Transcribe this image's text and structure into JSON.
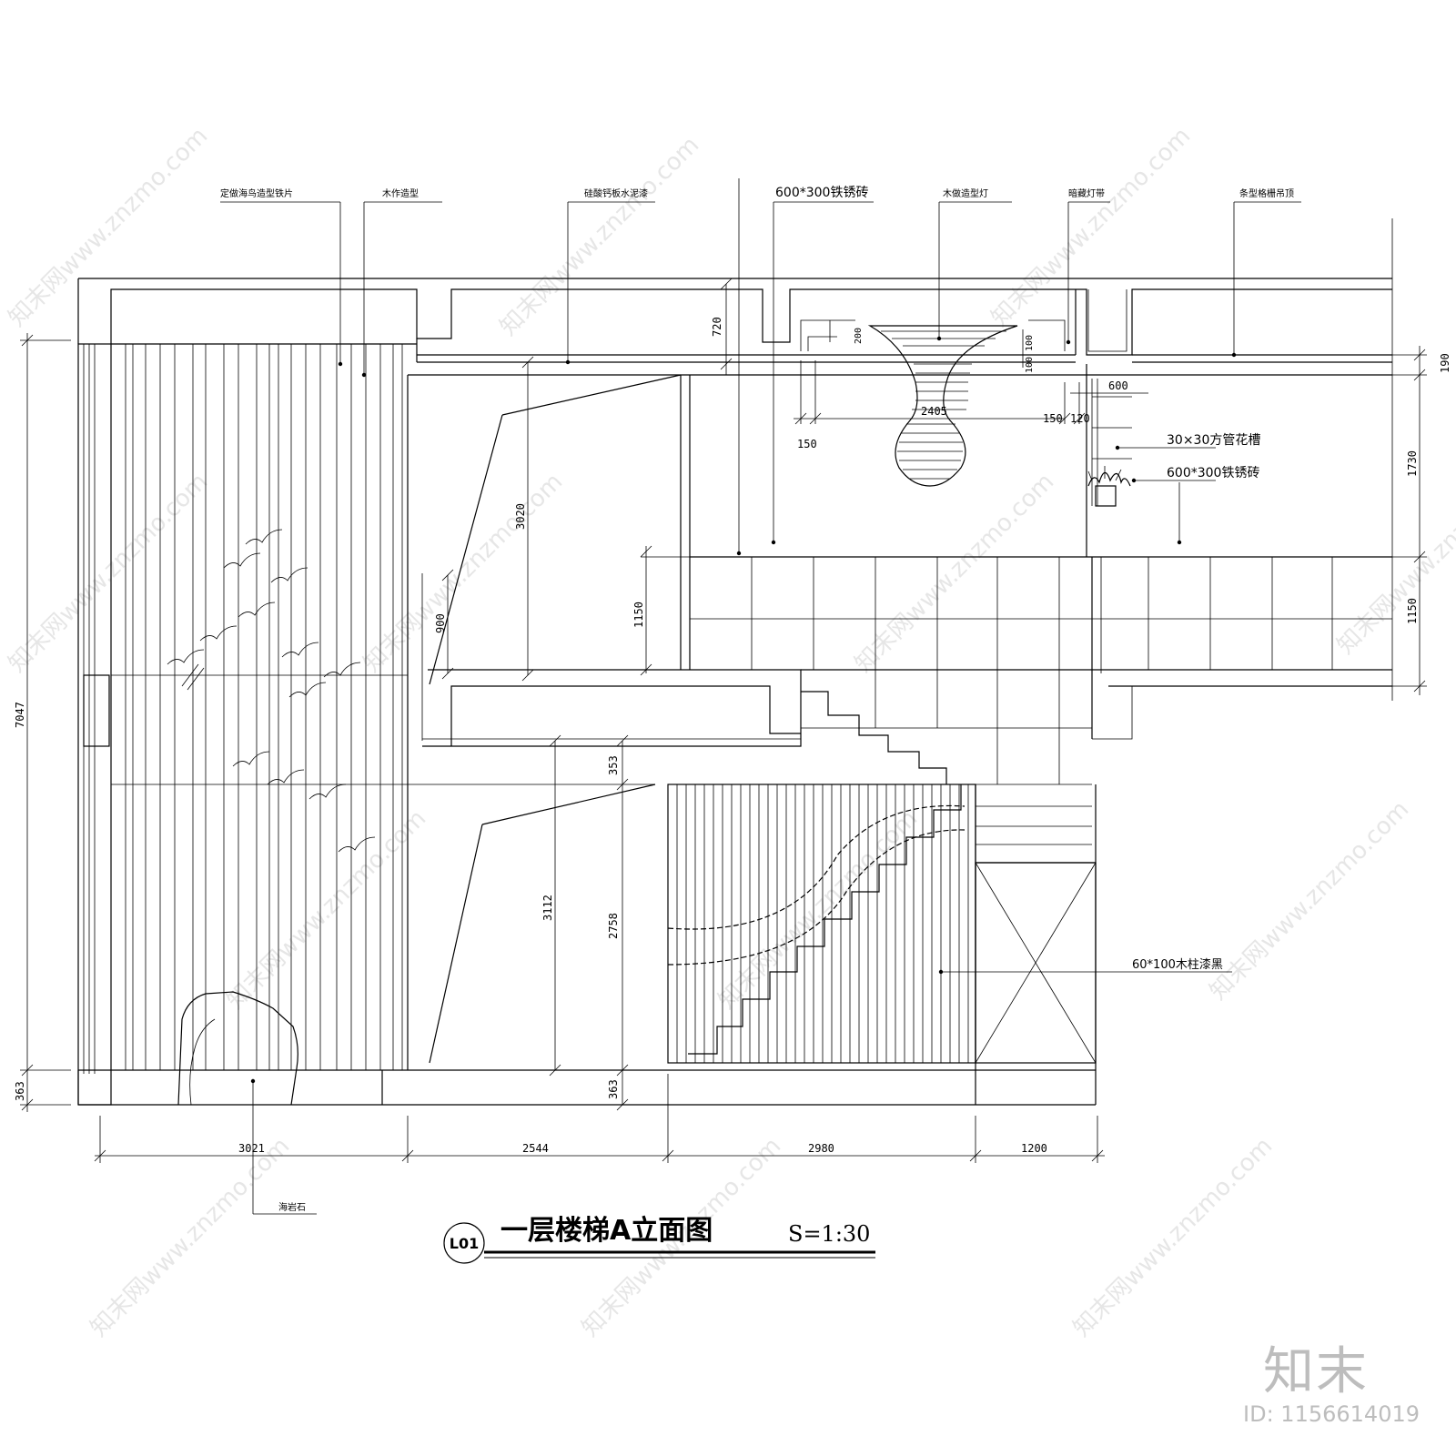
{
  "drawing": {
    "title": "一层楼梯A立面图",
    "scale": "S=1:30",
    "tag": "L01"
  },
  "annotations": {
    "seabird_iron": "定做海鸟造型铁片",
    "wood_shape": "木作造型",
    "calcium_board": "硅酸钙板水泥漆",
    "rusty_tile_top": "600*300铁锈砖",
    "wood_lamp": "木做造型灯",
    "hidden_light": "暗藏灯带",
    "grille_ceiling": "条型格栅吊顶",
    "square_tube": "30×30方管花槽",
    "rusty_tile_side": "600*300铁锈砖",
    "wood_column": "60*100木柱漆黑",
    "sea_rock": "海岩石"
  },
  "dimensions": {
    "top_ceiling": "720",
    "small_200": "200",
    "small_100a": "100",
    "small_100b": "100",
    "lamp_width": "2405",
    "left_150": "150",
    "right_150": "150",
    "right_120": "120",
    "top_600": "600",
    "height_3020": "3020",
    "height_900": "900",
    "height_1150": "1150",
    "height_353": "353",
    "height_3112": "3112",
    "height_2758": "2758",
    "base_363_mid": "363",
    "total_7047": "7047",
    "base_363_left": "363",
    "right_190": "190",
    "right_1730": "1730",
    "right_1150": "1150",
    "bottom_3021": "3021",
    "bottom_2544": "2544",
    "bottom_2980": "2980",
    "bottom_1200": "1200"
  },
  "watermark": {
    "text": "知末网www.znzmo.com",
    "brand": "知末",
    "image_id": "ID: 1156614019"
  }
}
